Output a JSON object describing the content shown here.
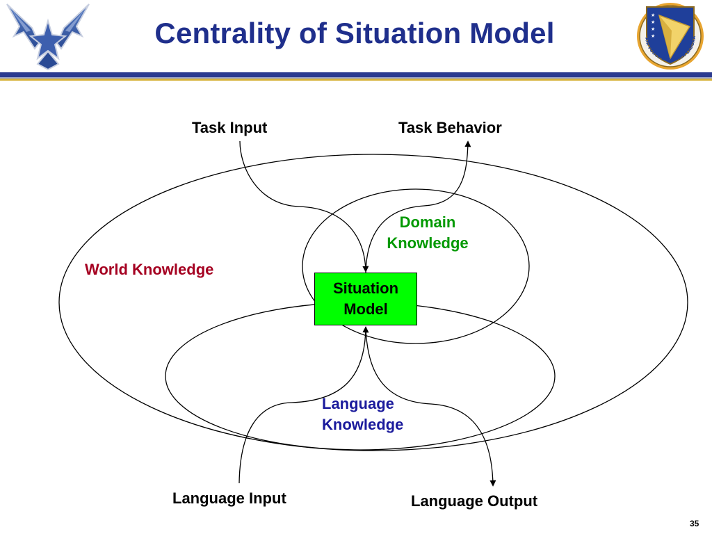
{
  "slide": {
    "title": "Centrality of Situation Model",
    "page_number": "35"
  },
  "logos": {
    "left_icon": "air-force-wings-emblem",
    "right_icon": "research-laboratory-shield-emblem",
    "right_ring_text": "AIR FORCE RESEARCH LABORATORY"
  },
  "diagram": {
    "nodes": {
      "task_input": "Task Input",
      "task_behavior": "Task Behavior",
      "world_knowledge": "World Knowledge",
      "domain_knowledge_line1": "Domain",
      "domain_knowledge_line2": "Knowledge",
      "situation_model_line1": "Situation",
      "situation_model_line2": "Model",
      "language_knowledge_line1": "Language",
      "language_knowledge_line2": "Knowledge",
      "language_input": "Language Input",
      "language_output": "Language Output"
    },
    "edges": [
      {
        "from": "Task Input",
        "to": "Situation Model"
      },
      {
        "from": "Situation Model",
        "to": "Task Behavior"
      },
      {
        "from": "Language Input",
        "to": "Situation Model"
      },
      {
        "from": "Situation Model",
        "to": "Language Output"
      }
    ],
    "colors": {
      "title": "#1f2f8c",
      "world_knowledge": "#a50021",
      "domain_knowledge": "#009900",
      "language_knowledge": "#1a1a9c",
      "situation_model_fill": "#00ff00",
      "header_bar": "#2b3a8f"
    }
  }
}
